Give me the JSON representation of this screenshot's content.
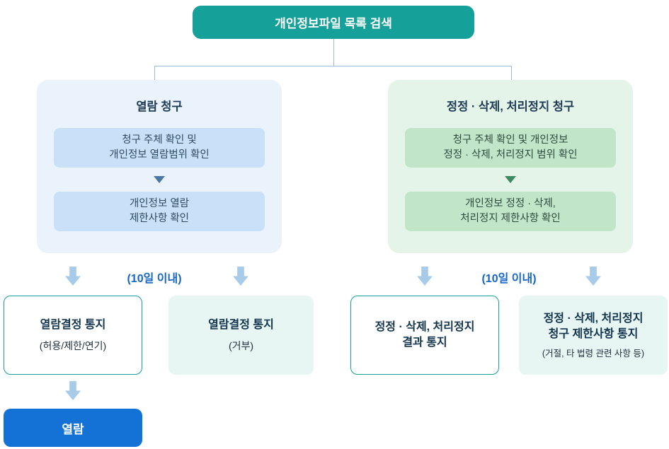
{
  "root_node": {
    "label": "개인정보파일 목록 검색"
  },
  "left": {
    "panel_title": "열람 청구",
    "step1": "청구 주체 확인 및\n개인정보 열람범위 확인",
    "step2": "개인정보 열람\n제한사항 확인",
    "deadline_label": "(10일 이내)",
    "outcomes": [
      {
        "title": "열람결정 통지",
        "subtitle": "(허용/제한/연기)"
      },
      {
        "title": "열람결정 통지",
        "subtitle": "(거부)"
      }
    ],
    "final_action": "열람"
  },
  "right": {
    "panel_title": "정정 · 삭제, 처리정지 청구",
    "step1": "청구 주체 확인 및 개인정보\n정정 · 삭제, 처리정지 범위 확인",
    "step2": "개인정보 정정 · 삭제,\n처리정지 제한사항 확인",
    "deadline_label": "(10일 이내)",
    "outcomes": [
      {
        "title": "정정 · 삭제, 처리정지\n결과 통지"
      },
      {
        "title": "정정 · 삭제, 처리정지\n청구 제한사항 통지",
        "subtitle": "(거절, 타 법령 관련 사항 등)"
      }
    ]
  },
  "colors": {
    "header_teal": "#15A099",
    "panel_blue": "#EAF2FC",
    "step_blue": "#C8E1F8",
    "panel_green": "#E5F4E8",
    "step_green": "#C0E5C9",
    "outcome_border_teal": "#15A099",
    "outcome_mint": "#E7F6F2",
    "action_blue": "#1471D5",
    "block_arrow_blue": "#A7CBE9",
    "deadline_text_blue": "#1566C6",
    "connector_line": "#9FBBD6"
  }
}
